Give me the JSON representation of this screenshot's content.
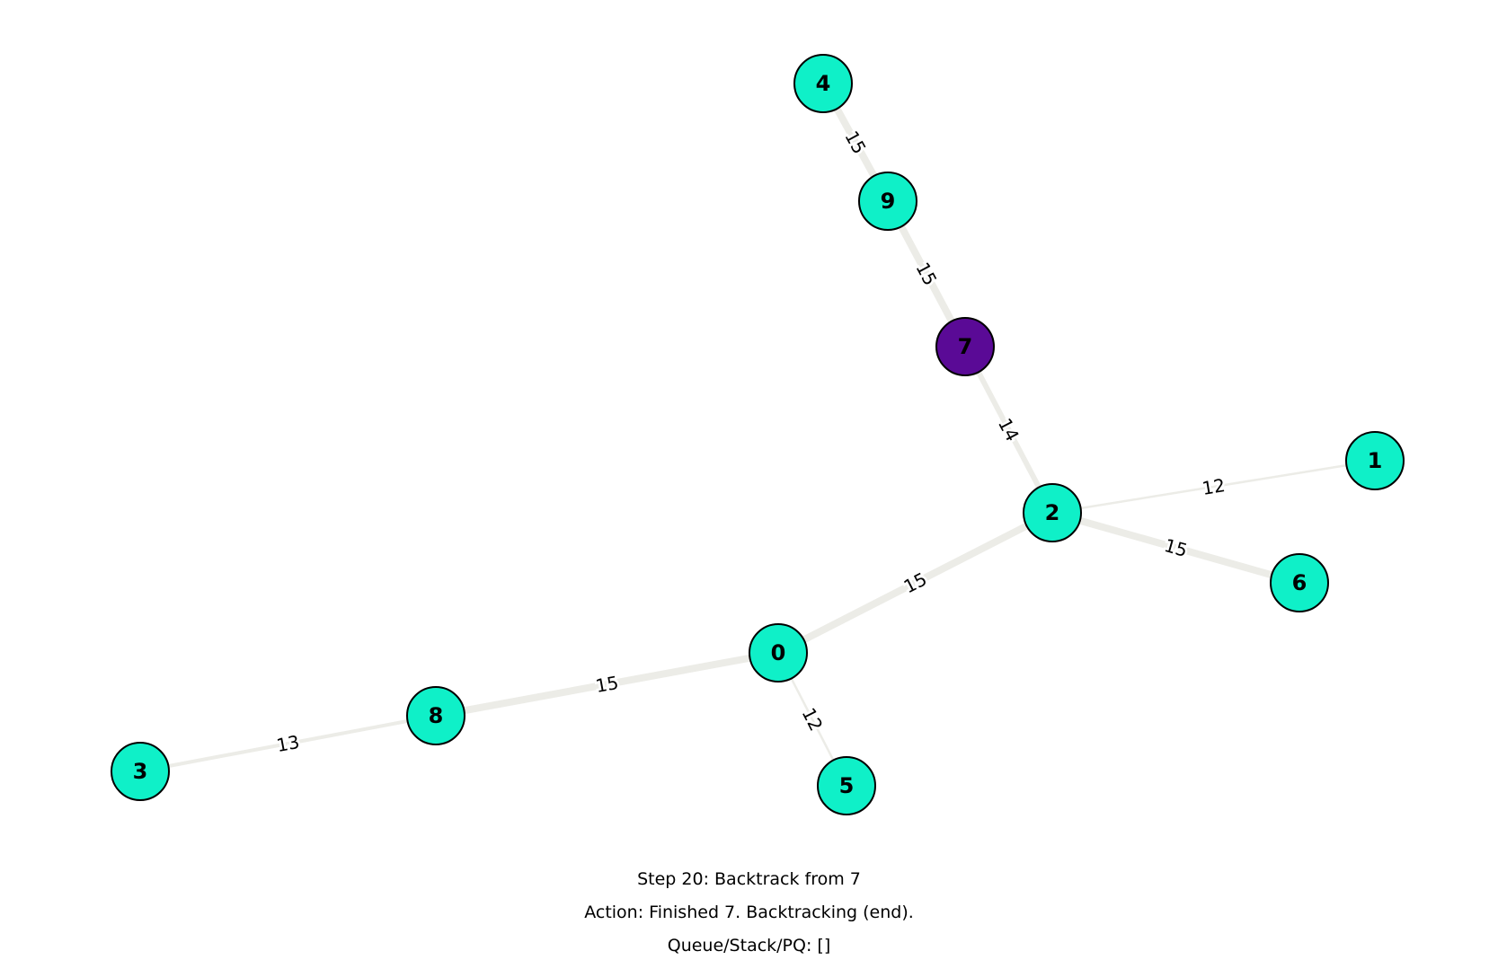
{
  "colors": {
    "node_default": "#0ff0c8",
    "node_current": "#5a0a96",
    "node_stroke": "#000000",
    "edge": "#ecece7",
    "background": "#ffffff"
  },
  "graph": {
    "nodes": [
      {
        "id": "0",
        "label": "0",
        "state": "default"
      },
      {
        "id": "1",
        "label": "1",
        "state": "default"
      },
      {
        "id": "2",
        "label": "2",
        "state": "default"
      },
      {
        "id": "3",
        "label": "3",
        "state": "default"
      },
      {
        "id": "4",
        "label": "4",
        "state": "default"
      },
      {
        "id": "5",
        "label": "5",
        "state": "default"
      },
      {
        "id": "6",
        "label": "6",
        "state": "default"
      },
      {
        "id": "7",
        "label": "7",
        "state": "current"
      },
      {
        "id": "8",
        "label": "8",
        "state": "default"
      },
      {
        "id": "9",
        "label": "9",
        "state": "default"
      }
    ],
    "edges": [
      {
        "source": "4",
        "target": "9",
        "weight": "15"
      },
      {
        "source": "9",
        "target": "7",
        "weight": "15"
      },
      {
        "source": "7",
        "target": "2",
        "weight": "14"
      },
      {
        "source": "2",
        "target": "1",
        "weight": "12"
      },
      {
        "source": "2",
        "target": "6",
        "weight": "15"
      },
      {
        "source": "2",
        "target": "0",
        "weight": "15"
      },
      {
        "source": "0",
        "target": "8",
        "weight": "15"
      },
      {
        "source": "0",
        "target": "5",
        "weight": "12"
      },
      {
        "source": "8",
        "target": "3",
        "weight": "13"
      }
    ]
  },
  "caption": {
    "step": "Step 20: Backtrack from 7",
    "action": "Action: Finished 7. Backtracking (end).",
    "queue": "Queue/Stack/PQ: []"
  }
}
